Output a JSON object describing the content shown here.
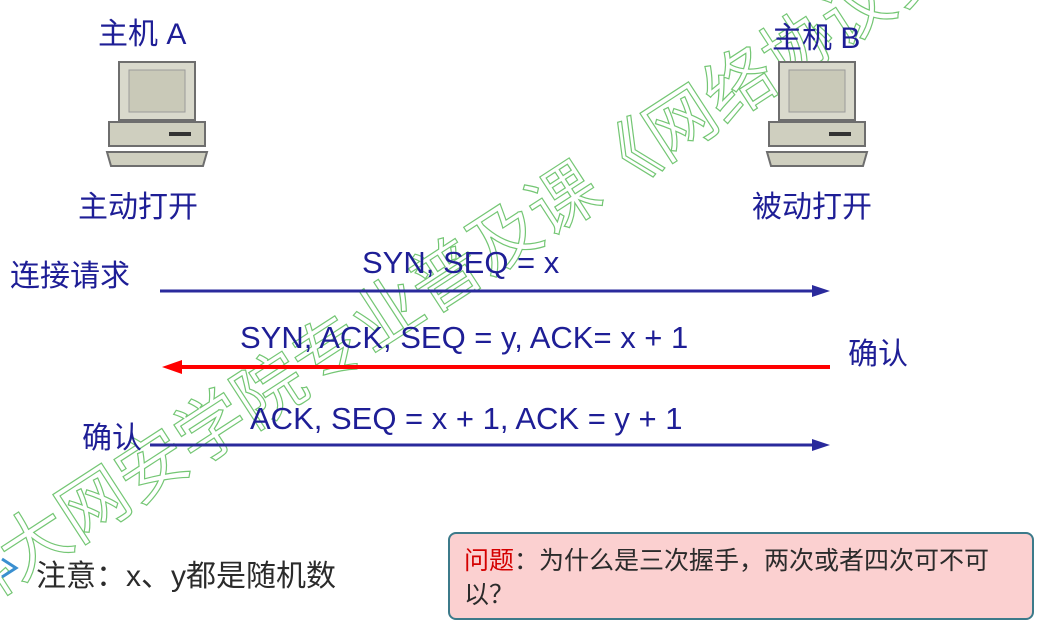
{
  "hosts": {
    "a": {
      "name": "主机 A",
      "role": "主动打开"
    },
    "b": {
      "name": "主机 B",
      "role": "被动打开"
    }
  },
  "steps": [
    {
      "side_label": "连接请求",
      "message": "SYN, SEQ = x",
      "direction": "A→B",
      "color": "#2a2a9c"
    },
    {
      "side_label": "确认",
      "message": "SYN, ACK, SEQ = y, ACK= x + 1",
      "direction": "B→A",
      "color": "#ff0000"
    },
    {
      "side_label": "确认",
      "message": "ACK, SEQ = x + 1, ACK = y + 1",
      "direction": "A→B",
      "color": "#2a2a9c"
    }
  ],
  "note": "注意：x、y都是随机数",
  "question": {
    "highlight": "问题",
    "text": "：为什么是三次握手，两次或者四次可不可以？"
  },
  "watermark": "科大网安学院专业普及课《网络协议安全",
  "colors": {
    "text_primary": "#1e1e96",
    "arrow_forward": "#2a2a9c",
    "arrow_back": "#ff0000",
    "question_bg": "#fbd0d0",
    "question_border": "#3c7a8a",
    "watermark": "#46b446"
  }
}
